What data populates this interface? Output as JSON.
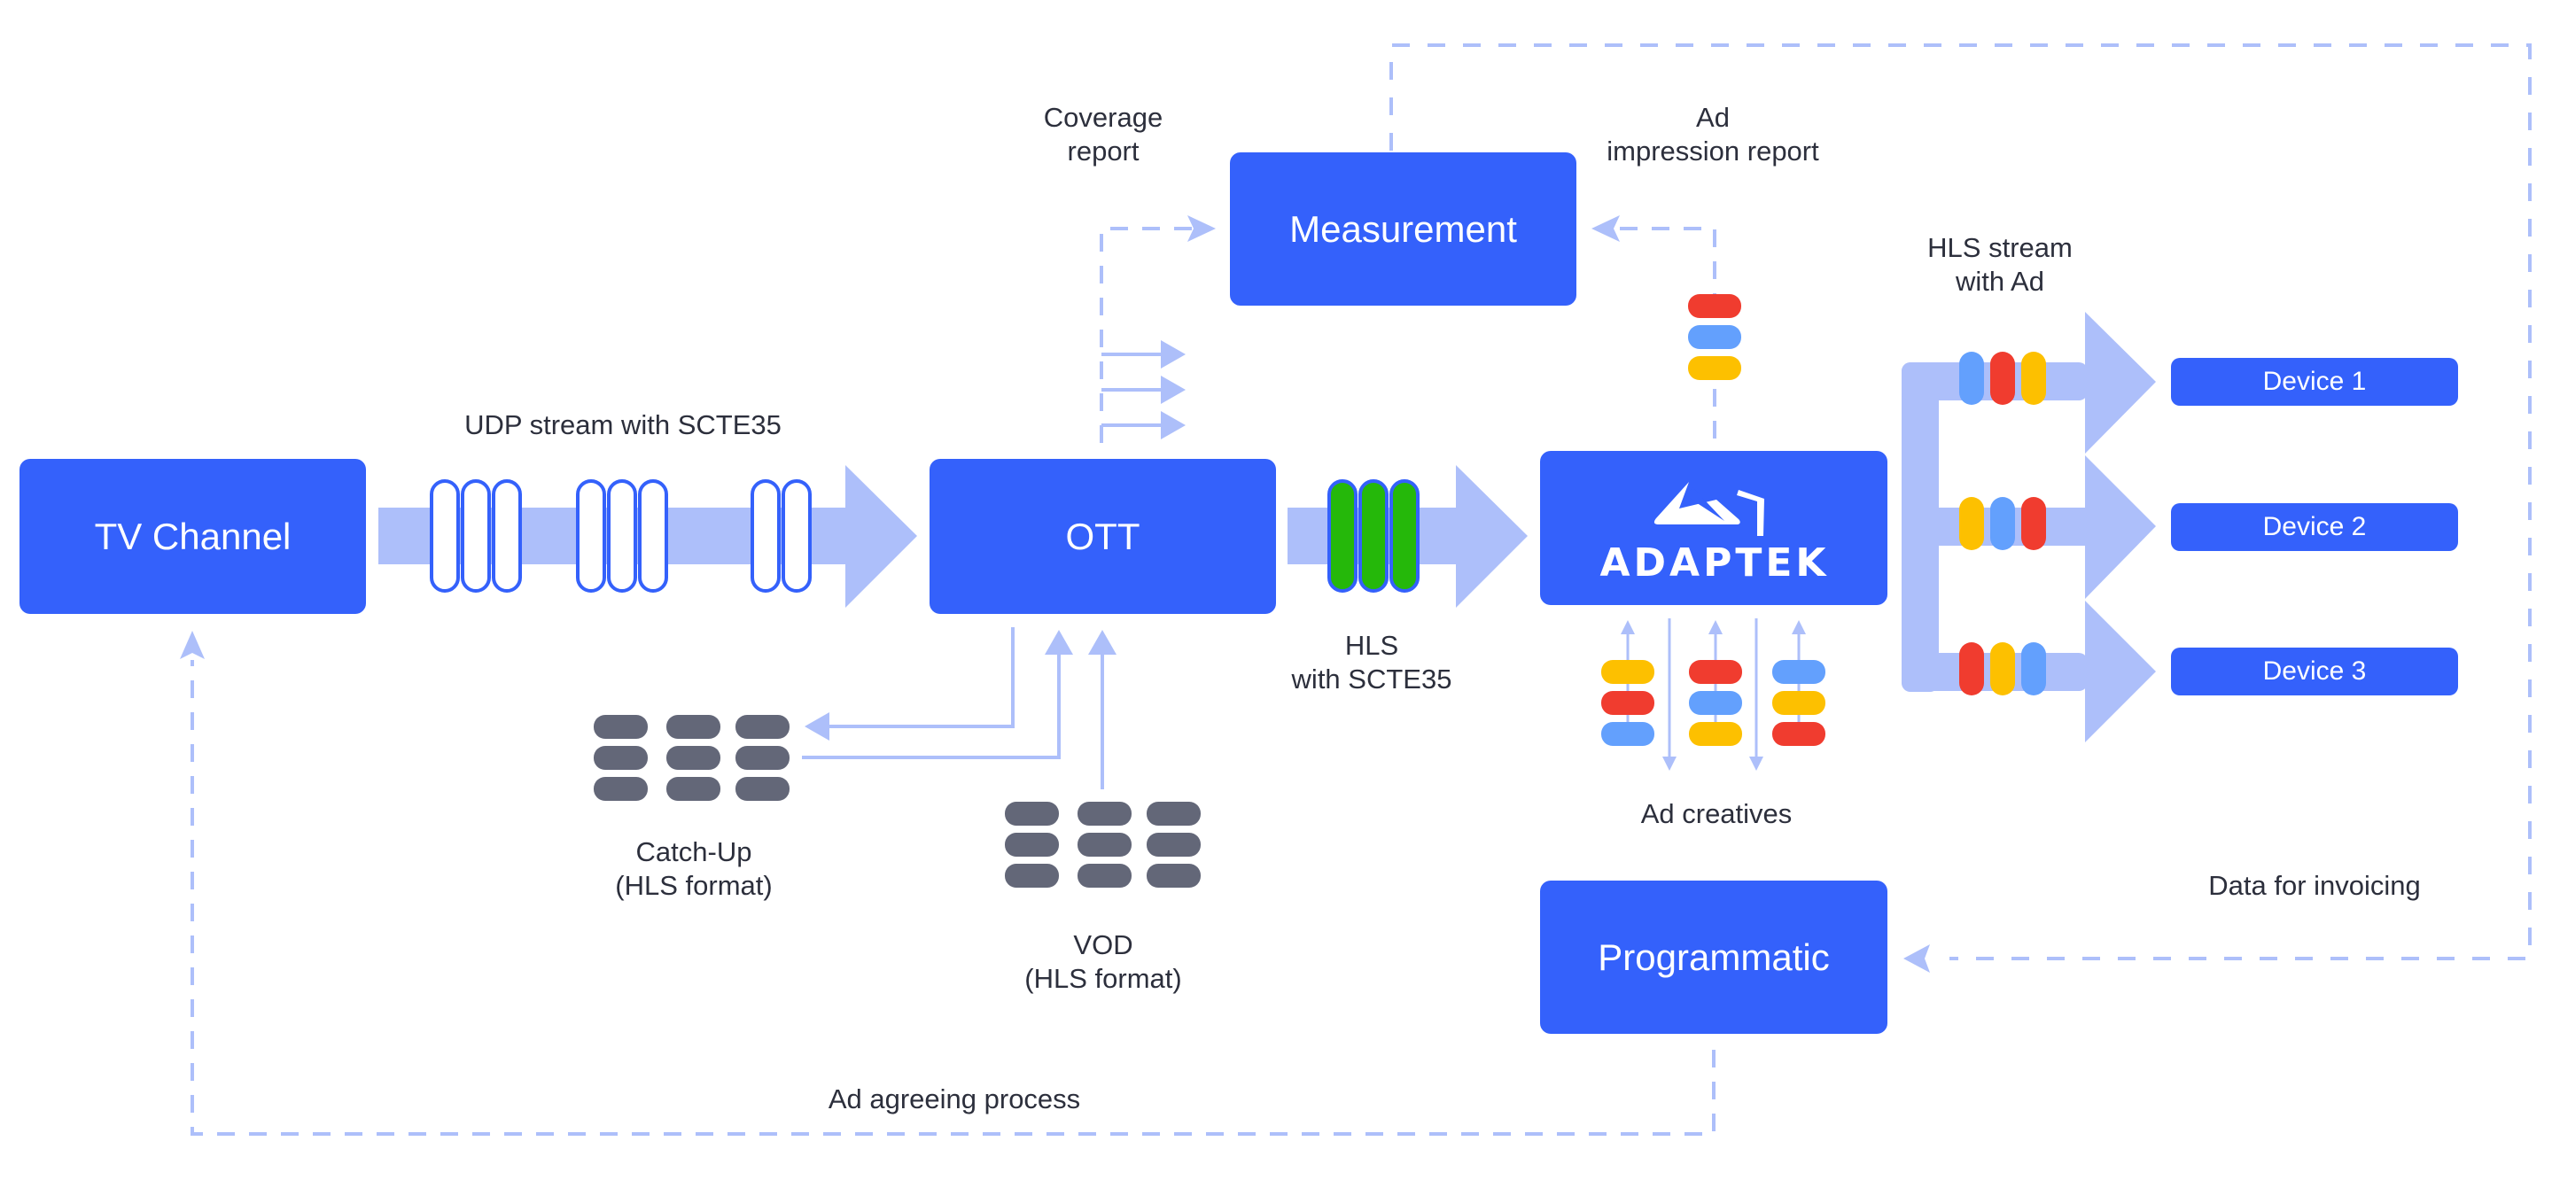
{
  "colors": {
    "box": "#3461fb",
    "flow": "#adbffa",
    "dashed": "#adbffa",
    "text": "#2c2f3c",
    "segment_gray": "#636778",
    "ad_red": "#f03c2f",
    "ad_blue": "#63a0fd",
    "ad_yellow": "#fdc000",
    "hls_green": "#25b80a"
  },
  "nodes": {
    "tv_channel": "TV Channel",
    "ott": "OTT",
    "measurement": "Measurement",
    "adaptek_logo": "ADAPTEK",
    "programmatic": "Programmatic",
    "devices": [
      "Device 1",
      "Device 2",
      "Device 3"
    ]
  },
  "labels": {
    "udp_stream": "UDP stream with SCTE35",
    "coverage_report": [
      "Coverage",
      "report"
    ],
    "ad_impression_report": [
      "Ad",
      "impression report"
    ],
    "hls_stream_with_ad": [
      "HLS stream",
      "with Ad"
    ],
    "hls_with_scte35": [
      "HLS",
      "with SCTE35"
    ],
    "catch_up": [
      "Catch-Up",
      "(HLS format)"
    ],
    "vod": [
      "VOD",
      "(HLS format)"
    ],
    "ad_creatives": "Ad creatives",
    "data_for_invoicing": "Data for invoicing",
    "ad_agreeing_process": "Ad agreeing process"
  },
  "udp_packet_groups": [
    3,
    3,
    2
  ],
  "hls_scte35_segments": 3,
  "impression_segments": [
    "red",
    "blue",
    "yellow"
  ],
  "ad_creative_columns": [
    [
      "yellow",
      "red",
      "blue"
    ],
    [
      "red",
      "blue",
      "yellow"
    ],
    [
      "blue",
      "yellow",
      "red"
    ]
  ],
  "device_streams": [
    [
      "blue",
      "red",
      "yellow"
    ],
    [
      "yellow",
      "blue",
      "red"
    ],
    [
      "red",
      "yellow",
      "blue"
    ]
  ]
}
